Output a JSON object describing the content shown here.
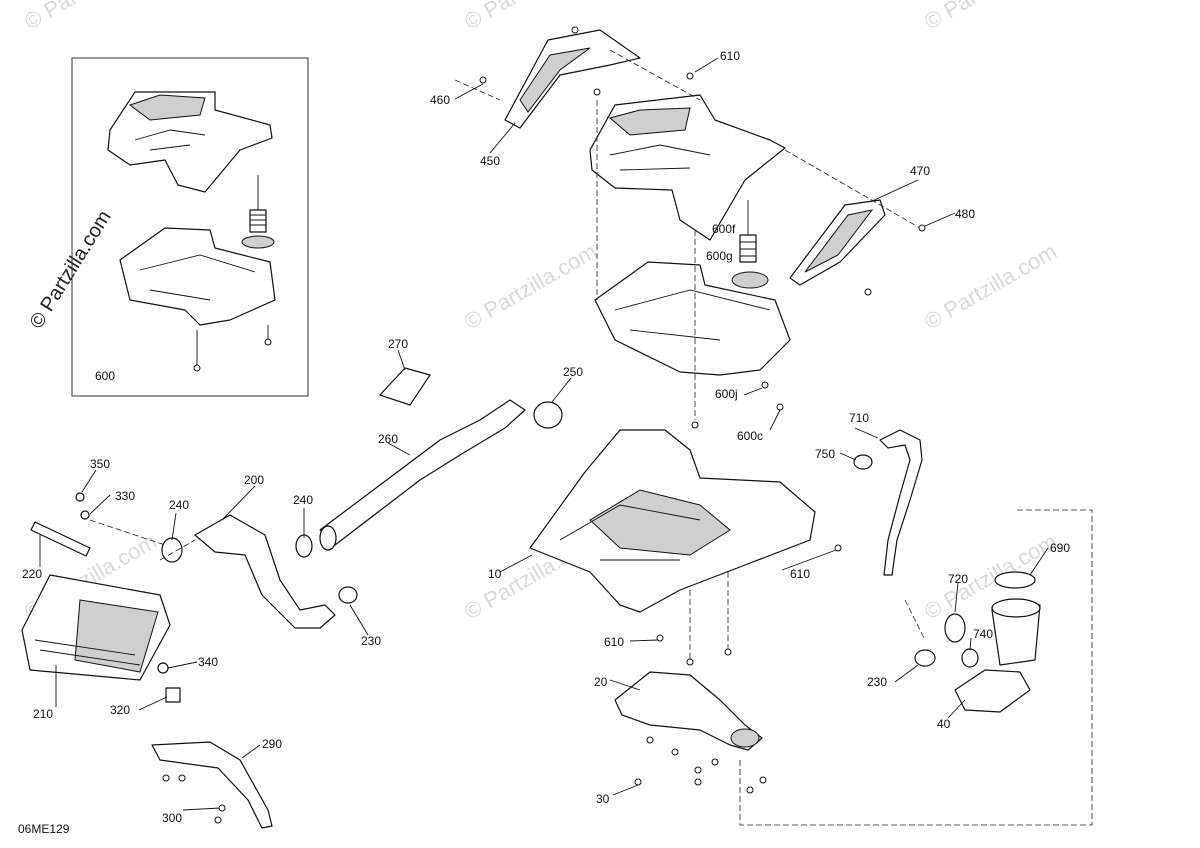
{
  "watermark": {
    "main": "© Partzilla.com",
    "tiled": "© Partzilla.com"
  },
  "diagram_id": "06ME129",
  "callouts": {
    "c10": "10",
    "c20": "20",
    "c30": "30",
    "c40": "40",
    "c200": "200",
    "c210": "210",
    "c220": "220",
    "c230a": "230",
    "c230b": "230",
    "c240a": "240",
    "c240b": "240",
    "c250": "250",
    "c260": "260",
    "c270": "270",
    "c290": "290",
    "c300": "300",
    "c320": "320",
    "c330": "330",
    "c340": "340",
    "c350": "350",
    "c450": "450",
    "c460": "460",
    "c470": "470",
    "c480": "480",
    "c600": "600",
    "c600c": "600c",
    "c600f": "600f",
    "c600g": "600g",
    "c600j": "600j",
    "c610a": "610",
    "c610b": "610",
    "c610c": "610",
    "c690": "690",
    "c710": "710",
    "c720": "720",
    "c740": "740",
    "c750": "750"
  }
}
